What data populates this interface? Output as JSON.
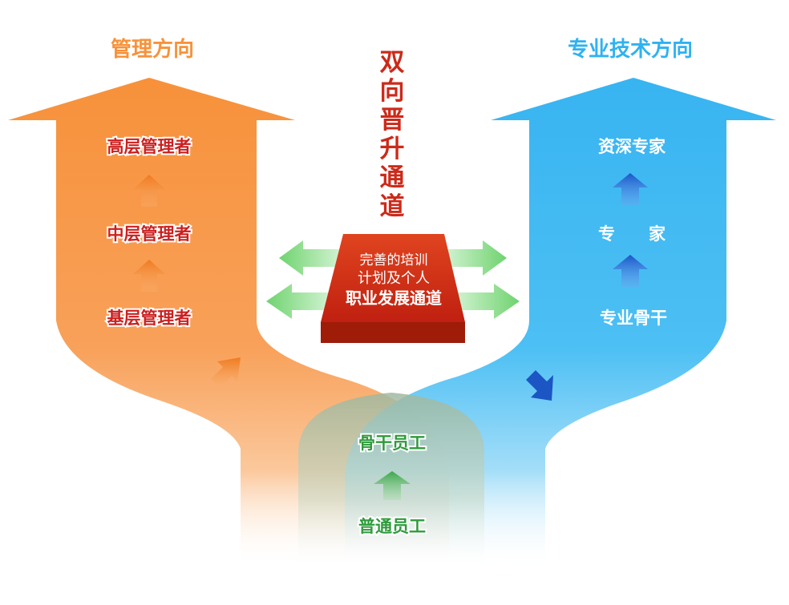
{
  "left_branch": {
    "title": "管理方向",
    "levels": [
      "高层管理者",
      "中层管理者",
      "基层管理者"
    ]
  },
  "right_branch": {
    "title": "专业技术方向",
    "levels": [
      "资深专家",
      "专　　家",
      "专业骨干"
    ]
  },
  "center": {
    "vertical_title": [
      "双",
      "向",
      "晋",
      "升",
      "通",
      "道"
    ],
    "box_lines": [
      "完善的培训",
      "计划及个人",
      "职业发展通道"
    ]
  },
  "base": {
    "levels": [
      "骨干员工",
      "普通员工"
    ]
  },
  "colors": {
    "orange": "#f7923a",
    "blue": "#2fb2f0",
    "red_text": "#cc1f1f",
    "green_text": "#2f9a3c",
    "white_text": "#ffffff",
    "box_red": "#c8250c"
  }
}
